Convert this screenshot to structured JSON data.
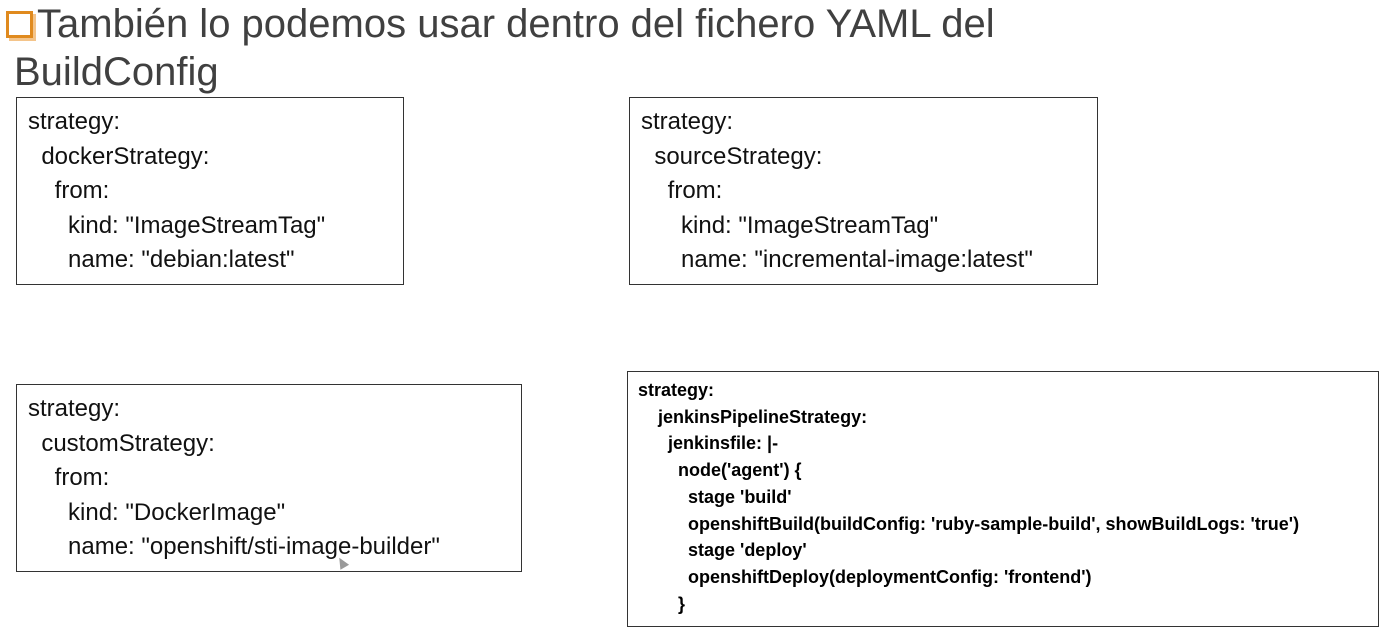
{
  "title": {
    "line1": "También lo podemos usar dentro del fichero YAML del",
    "line2": "BuildConfig"
  },
  "boxes": {
    "docker": {
      "lines": [
        "strategy:",
        "  dockerStrategy:",
        "    from:",
        "      kind: \"ImageStreamTag\"",
        "      name: \"debian:latest\""
      ]
    },
    "source": {
      "lines": [
        "strategy:",
        "  sourceStrategy:",
        "    from:",
        "      kind: \"ImageStreamTag\"",
        "      name: \"incremental-image:latest\""
      ]
    },
    "custom": {
      "lines": [
        "strategy:",
        "  customStrategy:",
        "    from:",
        "      kind: \"DockerImage\"",
        "      name: \"openshift/sti-image-builder\""
      ]
    },
    "jenkins": {
      "lines": [
        "strategy:",
        "    jenkinsPipelineStrategy:",
        "      jenkinsfile: |-",
        "        node('agent') {",
        "          stage 'build'",
        "          openshiftBuild(buildConfig: 'ruby-sample-build', showBuildLogs: 'true')",
        "          stage 'deploy'",
        "          openshiftDeploy(deploymentConfig: 'frontend')",
        "        }"
      ]
    }
  },
  "colors": {
    "title": "#404040",
    "bullet": "#e08a1e",
    "border": "#333333"
  }
}
